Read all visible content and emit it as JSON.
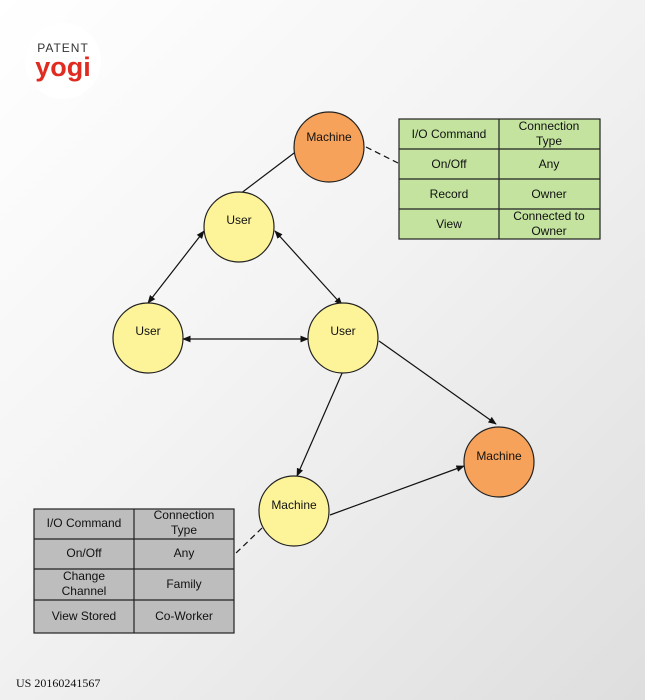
{
  "logo": {
    "line1": "PATENT",
    "line2": "yogi"
  },
  "colors": {
    "user_fill": "#fdf49a",
    "machine_orange_fill": "#f7a25a",
    "machine_yellow_fill": "#fdf49a",
    "table_green": "#c3e39f",
    "table_gray": "#bdbdbd",
    "stroke": "#222222"
  },
  "nodes": {
    "machine_top": "Machine",
    "user_top": "User",
    "user_left": "User",
    "user_center": "User",
    "machine_right": "Machine",
    "machine_bottom": "Machine"
  },
  "table_top": {
    "headers": [
      "I/O Command",
      "Connection\nType"
    ],
    "rows": [
      [
        "On/Off",
        "Any"
      ],
      [
        "Record",
        "Owner"
      ],
      [
        "View",
        "Connected to\nOwner"
      ]
    ]
  },
  "table_bottom": {
    "headers": [
      "I/O Command",
      "Connection\nType"
    ],
    "rows": [
      [
        "On/Off",
        "Any"
      ],
      [
        "Change\nChannel",
        "Family"
      ],
      [
        "View Stored",
        "Co-Worker"
      ]
    ]
  },
  "footer": "US 20160241567"
}
